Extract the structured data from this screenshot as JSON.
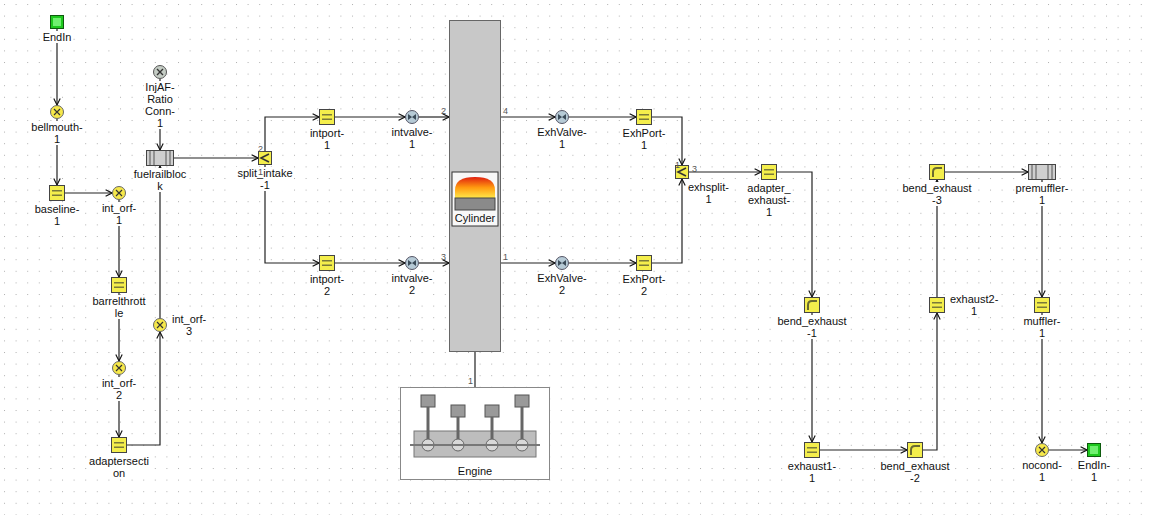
{
  "diagram": {
    "nodes": [
      {
        "text": [
          "EndIn"
        ]
      },
      {
        "text": [
          "InjAF-Ratio Conn-1"
        ]
      },
      {
        "text": [
          "bellmouth-1"
        ]
      },
      {
        "text": [
          "fuelrailbloc k"
        ]
      },
      {
        "text": [
          "split_intake -1"
        ]
      },
      {
        "text": [
          "intport-1"
        ]
      },
      {
        "text": [
          "intvalve-1"
        ]
      },
      {
        "text": [
          "Cylinder"
        ]
      },
      {
        "text": [
          "ExhValve-1"
        ]
      },
      {
        "text": [
          "ExhPort-1"
        ]
      },
      {
        "text": [
          "exhsplit-1"
        ]
      },
      {
        "text": [
          "adapter_ exhaust-1"
        ]
      },
      {
        "text": [
          "bend_exhaust -3"
        ]
      },
      {
        "text": [
          "premuffler-1"
        ]
      },
      {
        "text": [
          "baseline-1"
        ]
      },
      {
        "text": [
          "int_orf-1"
        ]
      },
      {
        "text": [
          "intport-2"
        ]
      },
      {
        "text": [
          "intvalve-2"
        ]
      },
      {
        "text": [
          "ExhValve-2"
        ]
      },
      {
        "text": [
          "ExhPort-2"
        ]
      },
      {
        "text": [
          "barrelthrott le"
        ]
      },
      {
        "text": [
          "int_orf-3"
        ]
      },
      {
        "text": [
          "bend_exhaust -1"
        ]
      },
      {
        "text": [
          "exhaust2-1"
        ]
      },
      {
        "text": [
          "muffler-1"
        ]
      },
      {
        "text": [
          "int_orf-2"
        ]
      },
      {
        "text": [
          "Engine"
        ]
      },
      {
        "text": [
          "adaptersecti on"
        ]
      },
      {
        "text": [
          "exhaust1-1"
        ]
      },
      {
        "text": [
          "bend_exhaust -2"
        ]
      },
      {
        "text": [
          "nocond-1"
        ]
      },
      {
        "text": [
          "EndIn-1"
        ]
      }
    ],
    "edges": [
      {
        "from": 0,
        "to": 2,
        "arrow": "to"
      },
      {
        "from": 2,
        "to": 14,
        "arrow": "to"
      },
      {
        "from": 14,
        "to": 15,
        "arrow": "to"
      },
      {
        "from": 15,
        "to": 20,
        "arrow": "to"
      },
      {
        "from": 20,
        "to": 25,
        "arrow": "to"
      },
      {
        "from": 25,
        "to": 27,
        "arrow": "to"
      },
      {
        "from": 27,
        "to": 21,
        "arrow": "to"
      },
      {
        "from": 21,
        "to": 3,
        "arrow": "to"
      },
      {
        "from": 1,
        "to": 3,
        "arrow": "to"
      },
      {
        "from": 3,
        "to": 4,
        "arrow": "to"
      },
      {
        "from": 4,
        "to": 5,
        "arrow": "to"
      },
      {
        "from": 4,
        "to": 16,
        "arrow": "to"
      },
      {
        "from": 5,
        "to": 6,
        "arrow": "to"
      },
      {
        "from": 6,
        "to": 7,
        "arrow": "to"
      },
      {
        "from": 16,
        "to": 17,
        "arrow": "to"
      },
      {
        "from": 17,
        "to": 7,
        "arrow": "to"
      },
      {
        "from": 7,
        "to": 8,
        "arrow": "to"
      },
      {
        "from": 8,
        "to": 9,
        "arrow": "to"
      },
      {
        "from": 9,
        "to": 10,
        "arrow": "to"
      },
      {
        "from": 7,
        "to": 18,
        "arrow": "to"
      },
      {
        "from": 18,
        "to": 19,
        "arrow": "to"
      },
      {
        "from": 19,
        "to": 10,
        "arrow": "to"
      },
      {
        "from": 10,
        "to": 11,
        "arrow": "to"
      },
      {
        "from": 11,
        "to": 22,
        "arrow": "to"
      },
      {
        "from": 22,
        "to": 28,
        "arrow": "to"
      },
      {
        "from": 28,
        "to": 29,
        "arrow": "to"
      },
      {
        "from": 29,
        "to": 23,
        "arrow": "to"
      },
      {
        "from": 23,
        "to": 12,
        "arrow": "to"
      },
      {
        "from": 12,
        "to": 13,
        "arrow": "to"
      },
      {
        "from": 13,
        "to": 24,
        "arrow": "to"
      },
      {
        "from": 24,
        "to": 30,
        "arrow": "to"
      },
      {
        "from": 30,
        "to": 31,
        "arrow": "to"
      },
      {
        "from": 7,
        "to": 26,
        "arrow": "none"
      }
    ],
    "labels": [
      "2",
      "1",
      "2",
      "4",
      "3",
      "1",
      "1",
      "3",
      "1"
    ]
  }
}
